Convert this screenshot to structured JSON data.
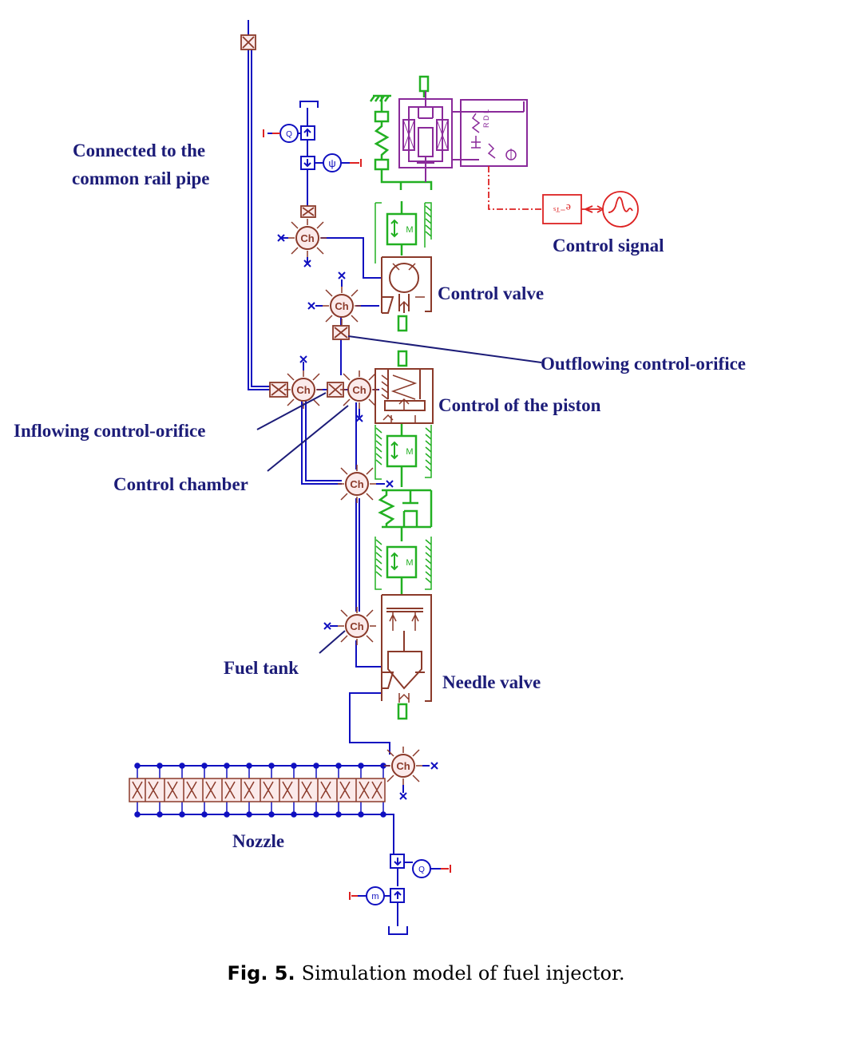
{
  "labels": {
    "rail": [
      "Connected to the",
      "common rail pipe"
    ],
    "control_signal": "Control signal",
    "control_valve": "Control valve",
    "outflowing_orifice": "Outflowing control-orifice",
    "control_piston": "Control of the piston",
    "inflowing_orifice": "Inflowing control-orifice",
    "control_chamber": "Control chamber",
    "fuel_tank": "Fuel tank",
    "needle_valve": "Needle valve",
    "nozzle": "Nozzle"
  },
  "caption": {
    "prefix": "Fig. 5.",
    "text": "Simulation model of fuel injector."
  },
  "component_text": {
    "chamber": "Ch",
    "mass": "M",
    "pressure_sensor": "Q",
    "flow_sensor": "ψ",
    "delay": "e⁻ᵀˢ",
    "sensor_bottom_a": "Q",
    "sensor_bottom_b": "m"
  },
  "colors": {
    "label_text": "#1c1c78",
    "hydraulic_blue": "#1010c0",
    "mechanical_green": "#22b022",
    "component_brown": "#8b3a2a",
    "electrical_purple": "#8a2a9a",
    "signal_red": "#dd2222"
  }
}
